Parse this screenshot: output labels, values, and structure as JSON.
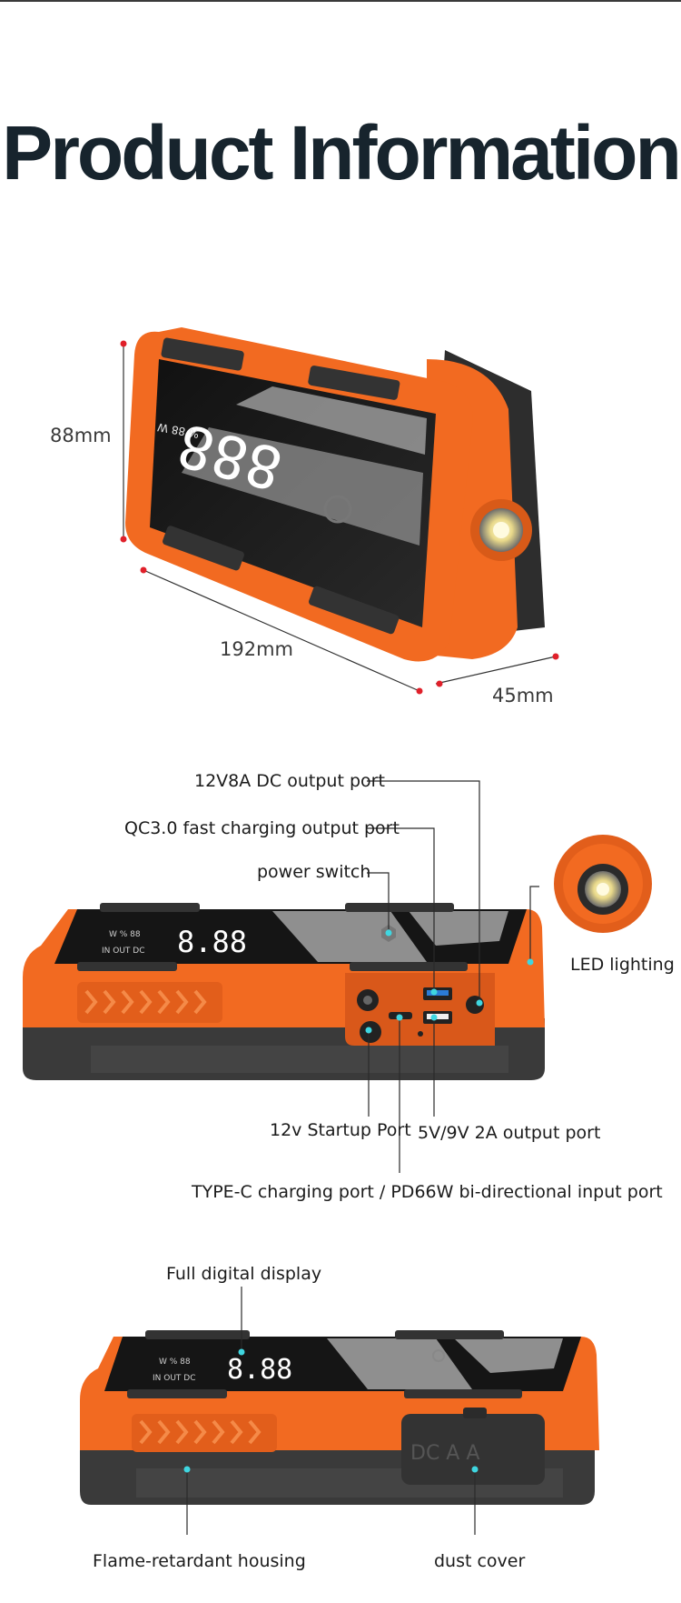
{
  "page": {
    "title": "Product Information"
  },
  "dimensions": {
    "height": "88mm",
    "length": "192mm",
    "depth": "45mm"
  },
  "ports": {
    "dc_output": "12V8A DC output port",
    "qc_output": "QC3.0 fast charging output port",
    "power_switch": "power switch",
    "led": "LED lighting",
    "startup": "12v Startup Port",
    "usb_output": "5V/9V 2A output port",
    "typec": "TYPE-C charging port / PD66W bi-directional input port"
  },
  "features": {
    "display": "Full digital display",
    "housing": "Flame-retardant housing",
    "cover": "dust cover"
  },
  "colors": {
    "orange": "#f26a21",
    "dark": "#3b3b3b",
    "marker_red": "#e0202a",
    "marker_cyan": "#3fd6e0"
  }
}
